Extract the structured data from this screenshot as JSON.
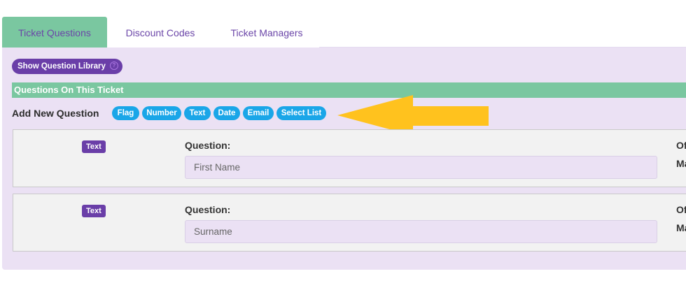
{
  "tabs": [
    {
      "label": "Ticket Questions",
      "active": true
    },
    {
      "label": "Discount Codes",
      "active": false
    },
    {
      "label": "Ticket Managers",
      "active": false
    }
  ],
  "library_button": {
    "label": "Show Question Library",
    "icon": "help-icon",
    "icon_glyph": "?"
  },
  "section_header": "Questions On This Ticket",
  "add_question": {
    "label": "Add New Question",
    "types": [
      "Flag",
      "Number",
      "Text",
      "Date",
      "Email",
      "Select List"
    ]
  },
  "questions": [
    {
      "type_badge": "Text",
      "label": "Question:",
      "value": "First Name",
      "right_label_1": "Of",
      "right_label_2": "Ma"
    },
    {
      "type_badge": "Text",
      "label": "Question:",
      "value": "Surname",
      "right_label_1": "Of",
      "right_label_2": "Ma"
    }
  ],
  "colors": {
    "accent_green": "#7ac7a0",
    "purple": "#6a3ea8",
    "blue": "#1aa6e8",
    "arrow_yellow": "#ffc21e",
    "panel": "#ebe1f4"
  }
}
